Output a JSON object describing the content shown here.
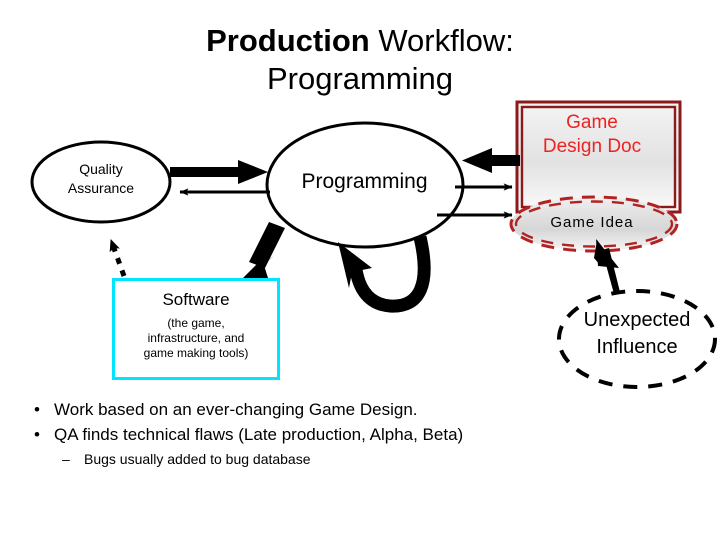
{
  "slide": {
    "title_bold": "Production",
    "title_rest": " Workflow:",
    "title_line2": "Programming",
    "background": "#ffffff"
  },
  "diagram": {
    "nodes": [
      {
        "id": "quality-assurance",
        "label": "Quality\nAssurance",
        "shape": "ellipse",
        "border_color": "#000000",
        "fill": "#ffffff"
      },
      {
        "id": "programming",
        "label": "Programming",
        "shape": "ellipse",
        "border_color": "#000000",
        "fill": "#ffffff"
      },
      {
        "id": "game-design-doc",
        "label": "Game\nDesign Doc",
        "shape": "double-rect",
        "border_color": "#8b1a1a",
        "text_color": "#ee2222",
        "fill": "#e8e8e8"
      },
      {
        "id": "game-idea",
        "label": "Game  Idea",
        "shape": "dashed-double-ellipse",
        "border_color": "#b32222",
        "text_color": "#000000",
        "fill": "#dcdcdc"
      },
      {
        "id": "software",
        "label": "Software",
        "sublabel": "(the game,\ninfrastructure, and\ngame making tools)",
        "shape": "rect",
        "border_color": "#00e5ff",
        "fill": "#ffffff"
      },
      {
        "id": "unexpected-influence",
        "label": "Unexpected\nInfluence",
        "shape": "dashed-ellipse",
        "border_color": "#000000",
        "fill": "#ffffff"
      }
    ],
    "arrows": [
      {
        "id": "qa-to-programming",
        "from": "quality-assurance",
        "to": "programming",
        "style": "thick-solid",
        "direction": "right"
      },
      {
        "id": "programming-to-qa",
        "from": "programming",
        "to": "quality-assurance",
        "style": "thin-solid",
        "direction": "left"
      },
      {
        "id": "gdd-to-programming",
        "from": "game-design-doc",
        "to": "programming",
        "style": "thick-solid",
        "direction": "left"
      },
      {
        "id": "programming-to-gdd",
        "from": "programming",
        "to": "game-design-doc",
        "style": "thin-solid",
        "direction": "right"
      },
      {
        "id": "programming-to-game-idea",
        "from": "programming",
        "to": "game-idea",
        "style": "thin-solid",
        "direction": "right"
      },
      {
        "id": "programming-to-software",
        "from": "programming",
        "to": "software",
        "style": "thick-solid",
        "direction": "down-left"
      },
      {
        "id": "software-to-qa",
        "from": "software",
        "to": "quality-assurance",
        "style": "dotted",
        "direction": "up"
      },
      {
        "id": "programming-self-loop",
        "from": "programming",
        "to": "programming",
        "style": "thick-loop",
        "direction": "loop"
      },
      {
        "id": "influence-to-game-idea",
        "from": "unexpected-influence",
        "to": "game-idea",
        "style": "thin-solid",
        "direction": "up"
      }
    ]
  },
  "bullets": [
    {
      "marker": "•",
      "text": "Work based on an ever-changing Game Design.",
      "level": 1
    },
    {
      "marker": "•",
      "text": "QA finds technical flaws (Late production, Alpha, Beta)",
      "level": 1
    },
    {
      "marker": "–",
      "text": "Bugs usually added to bug database",
      "level": 2
    }
  ]
}
